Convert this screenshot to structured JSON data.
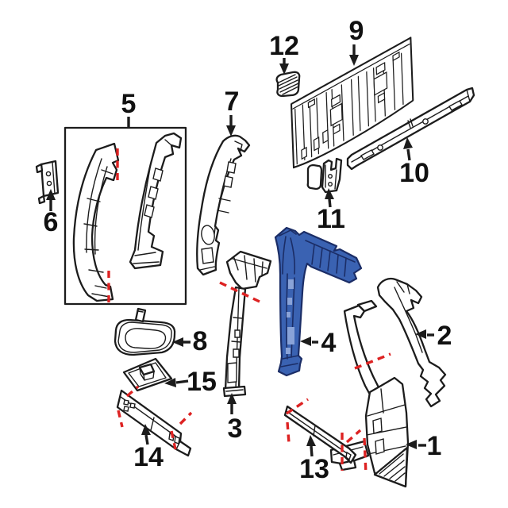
{
  "diagram": {
    "type": "exploded-parts-diagram",
    "highlighted_part_label": "4",
    "colors": {
      "line": "#1c1c1c",
      "label": "#111111",
      "marker": "#dd2222",
      "highlight": "#3a62b2",
      "highlight_line": "#1b2d66",
      "highlight_hole": "#8aa3d8",
      "background": "#ffffff"
    },
    "callouts": [
      {
        "label": "1"
      },
      {
        "label": "2"
      },
      {
        "label": "3"
      },
      {
        "label": "4"
      },
      {
        "label": "5"
      },
      {
        "label": "6"
      },
      {
        "label": "7"
      },
      {
        "label": "8"
      },
      {
        "label": "9"
      },
      {
        "label": "10"
      },
      {
        "label": "11"
      },
      {
        "label": "12"
      },
      {
        "label": "13"
      },
      {
        "label": "14"
      },
      {
        "label": "15"
      }
    ]
  }
}
